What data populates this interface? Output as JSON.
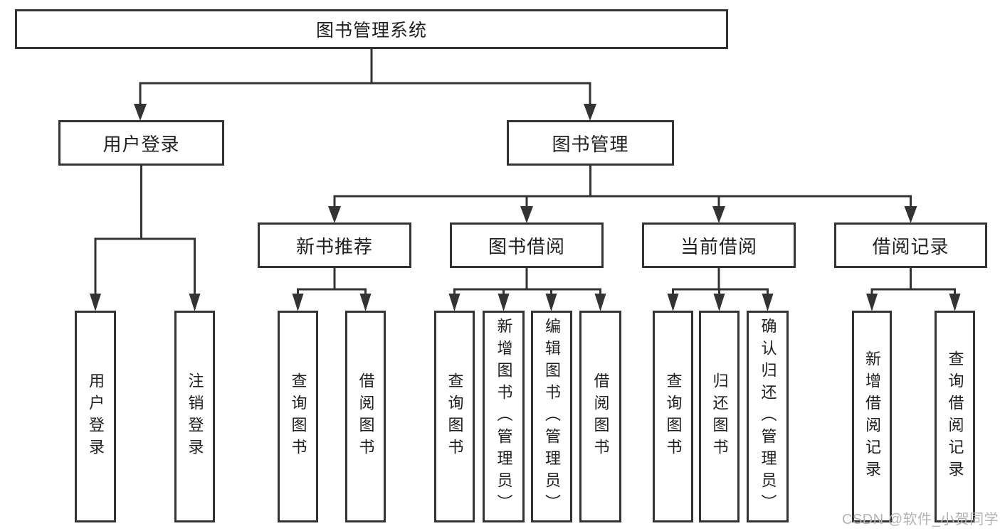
{
  "structure": {
    "root": "图书管理系统",
    "children": [
      {
        "label": "用户登录",
        "children": [
          "用户登录",
          "注销登录"
        ]
      },
      {
        "label": "图书管理",
        "children": [
          {
            "label": "新书推荐",
            "children": [
              "查询图书",
              "借阅图书"
            ]
          },
          {
            "label": "图书借阅",
            "children": [
              "查询图书",
              "新增图书（管理员）",
              "编辑图书（管理员）",
              "借阅图书"
            ]
          },
          {
            "label": "当前借阅",
            "children": [
              "查询图书",
              "归还图书",
              "确认归还（管理员）"
            ]
          },
          {
            "label": "借阅记录",
            "children": [
              "新增借阅记录",
              "查询借阅记录"
            ]
          }
        ]
      }
    ]
  },
  "watermark": {
    "text": "CSDN @软件_小贺同学"
  },
  "colors": {
    "line": "#333333",
    "text": "#1f1f1f",
    "watermark": "#b3b3b3",
    "background": "#ffffff"
  }
}
